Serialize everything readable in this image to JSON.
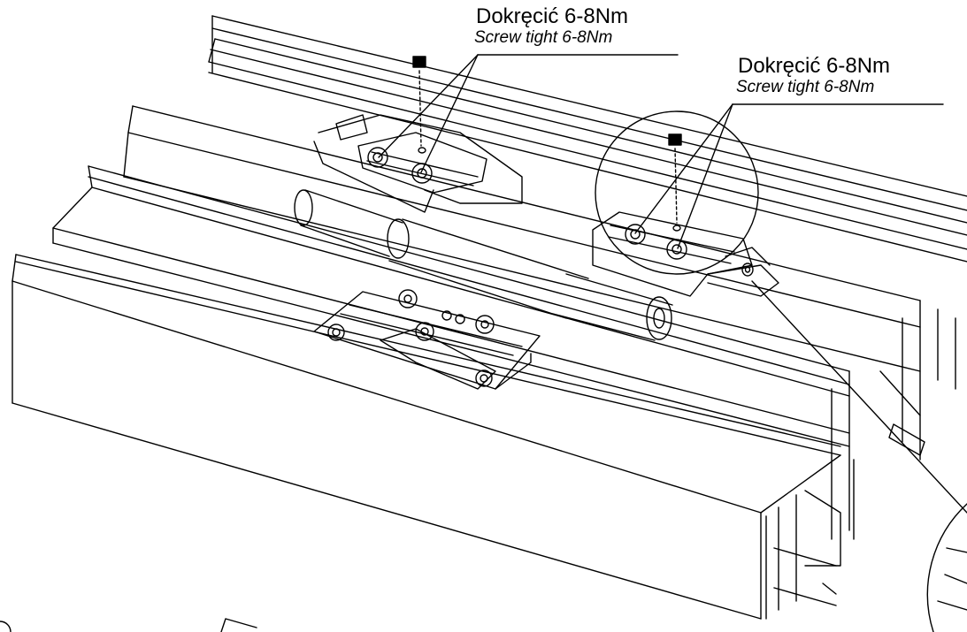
{
  "callouts": [
    {
      "polish": "Dokręcić 6-8Nm",
      "english": "Screw tight 6-8Nm"
    },
    {
      "polish": "Dokręcić 6-8Nm",
      "english": "Screw tight 6-8Nm"
    }
  ],
  "stroke_color": "#000000",
  "background_color": "#ffffff"
}
